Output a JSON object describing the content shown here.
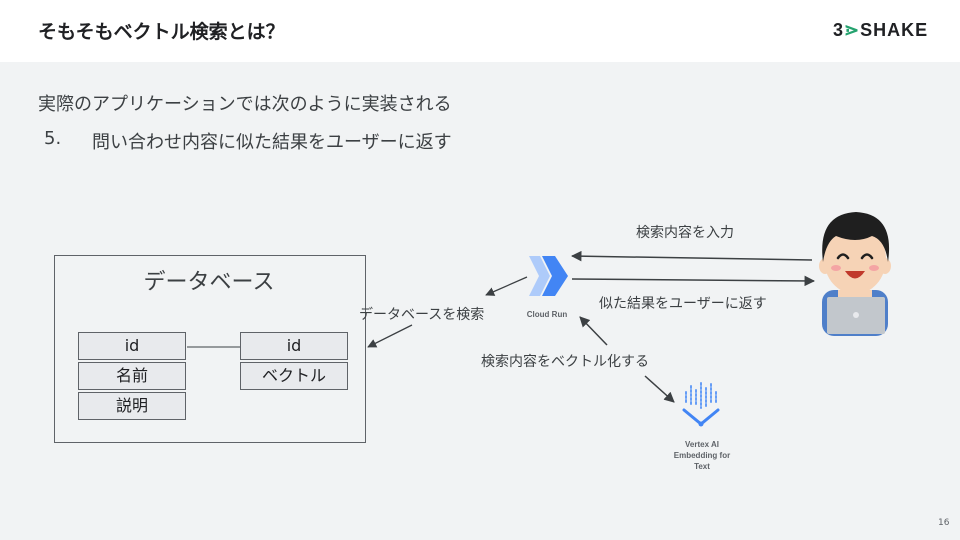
{
  "header": {
    "title": "そもそもベクトル検索とは？",
    "logo_num": "3",
    "logo_text": "SHAKE"
  },
  "intro": "実際のアプリケーションでは次のように実装される",
  "step": {
    "number": "5.",
    "text": "問い合わせ内容に似た結果をユーザーに返す"
  },
  "database": {
    "title": "データベース",
    "table1": [
      "id",
      "名前",
      "説明"
    ],
    "table2": [
      "id",
      "ベクトル"
    ]
  },
  "labels": {
    "search_db": "データベースを検索",
    "input_query": "検索内容を入力",
    "return_results": "似た結果をユーザーに返す",
    "vectorize": "検索内容をベクトル化する"
  },
  "services": {
    "cloud_run": "Cloud Run",
    "vertex_ai": [
      "Vertex AI",
      "Embedding for",
      "Text"
    ]
  },
  "icons": {
    "cloud_run": "cloud-run-icon",
    "vertex_ai": "vertex-ai-icon",
    "user": "user-laptop-icon"
  },
  "colors": {
    "cloud_run_blue": "#4285f4",
    "vertex_blue": "#669df6",
    "logo_green": "#25a36f"
  },
  "page_number": "16"
}
